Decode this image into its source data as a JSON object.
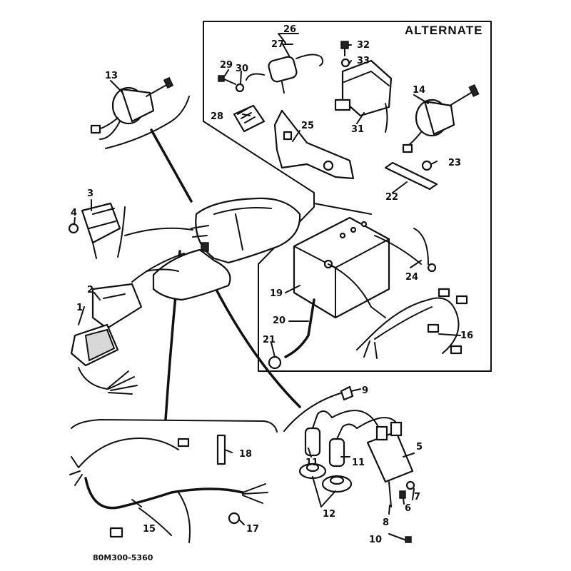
{
  "box_title": "ALTERNATE",
  "diagram_code": "80M300-5360",
  "callouts": {
    "c1": "1",
    "c2": "2",
    "c3": "3",
    "c4": "4",
    "c5": "5",
    "c6": "6",
    "c7": "7",
    "c8": "8",
    "c9": "9",
    "c10": "10",
    "c11a": "11",
    "c11b": "11",
    "c12": "12",
    "c13": "13",
    "c14": "14",
    "c15": "15",
    "c16": "16",
    "c17": "17",
    "c18": "18",
    "c19": "19",
    "c20": "20",
    "c21": "21",
    "c22": "22",
    "c23": "23",
    "c24": "24",
    "c25": "25",
    "c26": "26",
    "c27": "27",
    "c28": "28",
    "c29": "29",
    "c30": "30",
    "c31": "31",
    "c32": "32",
    "c33": "33"
  }
}
